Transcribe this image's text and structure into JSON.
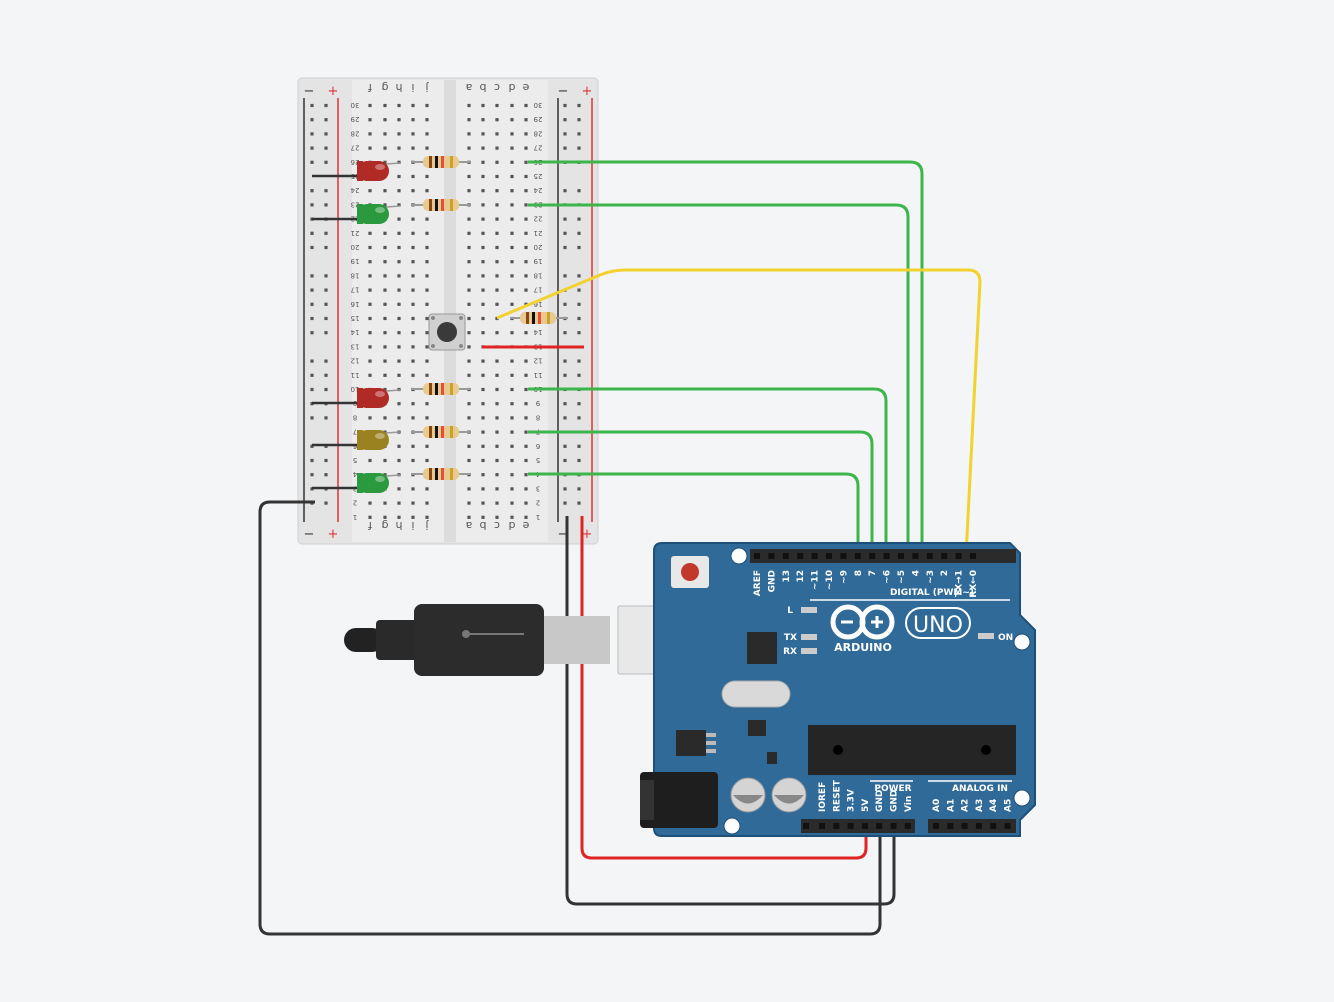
{
  "breadboard": {
    "rail_minus": "−",
    "rail_plus": "+",
    "columns_left": [
      "f",
      "g",
      "h",
      "i",
      "j"
    ],
    "columns_right": [
      "a",
      "b",
      "c",
      "d",
      "e"
    ],
    "row_numbers": [
      "30",
      "29",
      "28",
      "27",
      "26",
      "25",
      "24",
      "23",
      "22",
      "21",
      "20",
      "19",
      "18",
      "17",
      "16",
      "15",
      "14",
      "13",
      "12",
      "11",
      "10",
      "9",
      "8",
      "7",
      "6",
      "5",
      "4",
      "3",
      "2",
      "1"
    ]
  },
  "components": {
    "leds": [
      {
        "color": "#b02a26",
        "name": "red"
      },
      {
        "color": "#2b9a3e",
        "name": "green"
      },
      {
        "color": "#b02a26",
        "name": "red"
      },
      {
        "color": "#9a8221",
        "name": "yellow"
      },
      {
        "color": "#2b9a3e",
        "name": "green"
      }
    ],
    "resistor_color": "#e8c98f",
    "button_color": "#3a3a3a"
  },
  "arduino": {
    "board_color": "#2f6a98",
    "logo_text": "ARDUINO",
    "model_text": "UNO",
    "on_label": "ON",
    "l_label": "L",
    "tx_label": "TX",
    "rx_label": "RX",
    "digital_header": "DIGITAL (PWM~)",
    "digital_pins": [
      "AREF",
      "GND",
      "13",
      "12",
      "~11",
      "~10",
      "~9",
      "8",
      "7",
      "~6",
      "~5",
      "4",
      "~3",
      "2",
      "TX→1",
      "RX←0"
    ],
    "power_label": "POWER",
    "power_pins": [
      "IOREF",
      "RESET",
      "3.3V",
      "5V",
      "GND",
      "GND",
      "Vin"
    ],
    "analog_label": "ANALOG IN",
    "analog_pins": [
      "A0",
      "A1",
      "A2",
      "A3",
      "A4",
      "A5"
    ]
  },
  "wires": {
    "green": "#3cb54a",
    "yellow": "#f2d22e",
    "red": "#e02424",
    "black": "#333333"
  }
}
